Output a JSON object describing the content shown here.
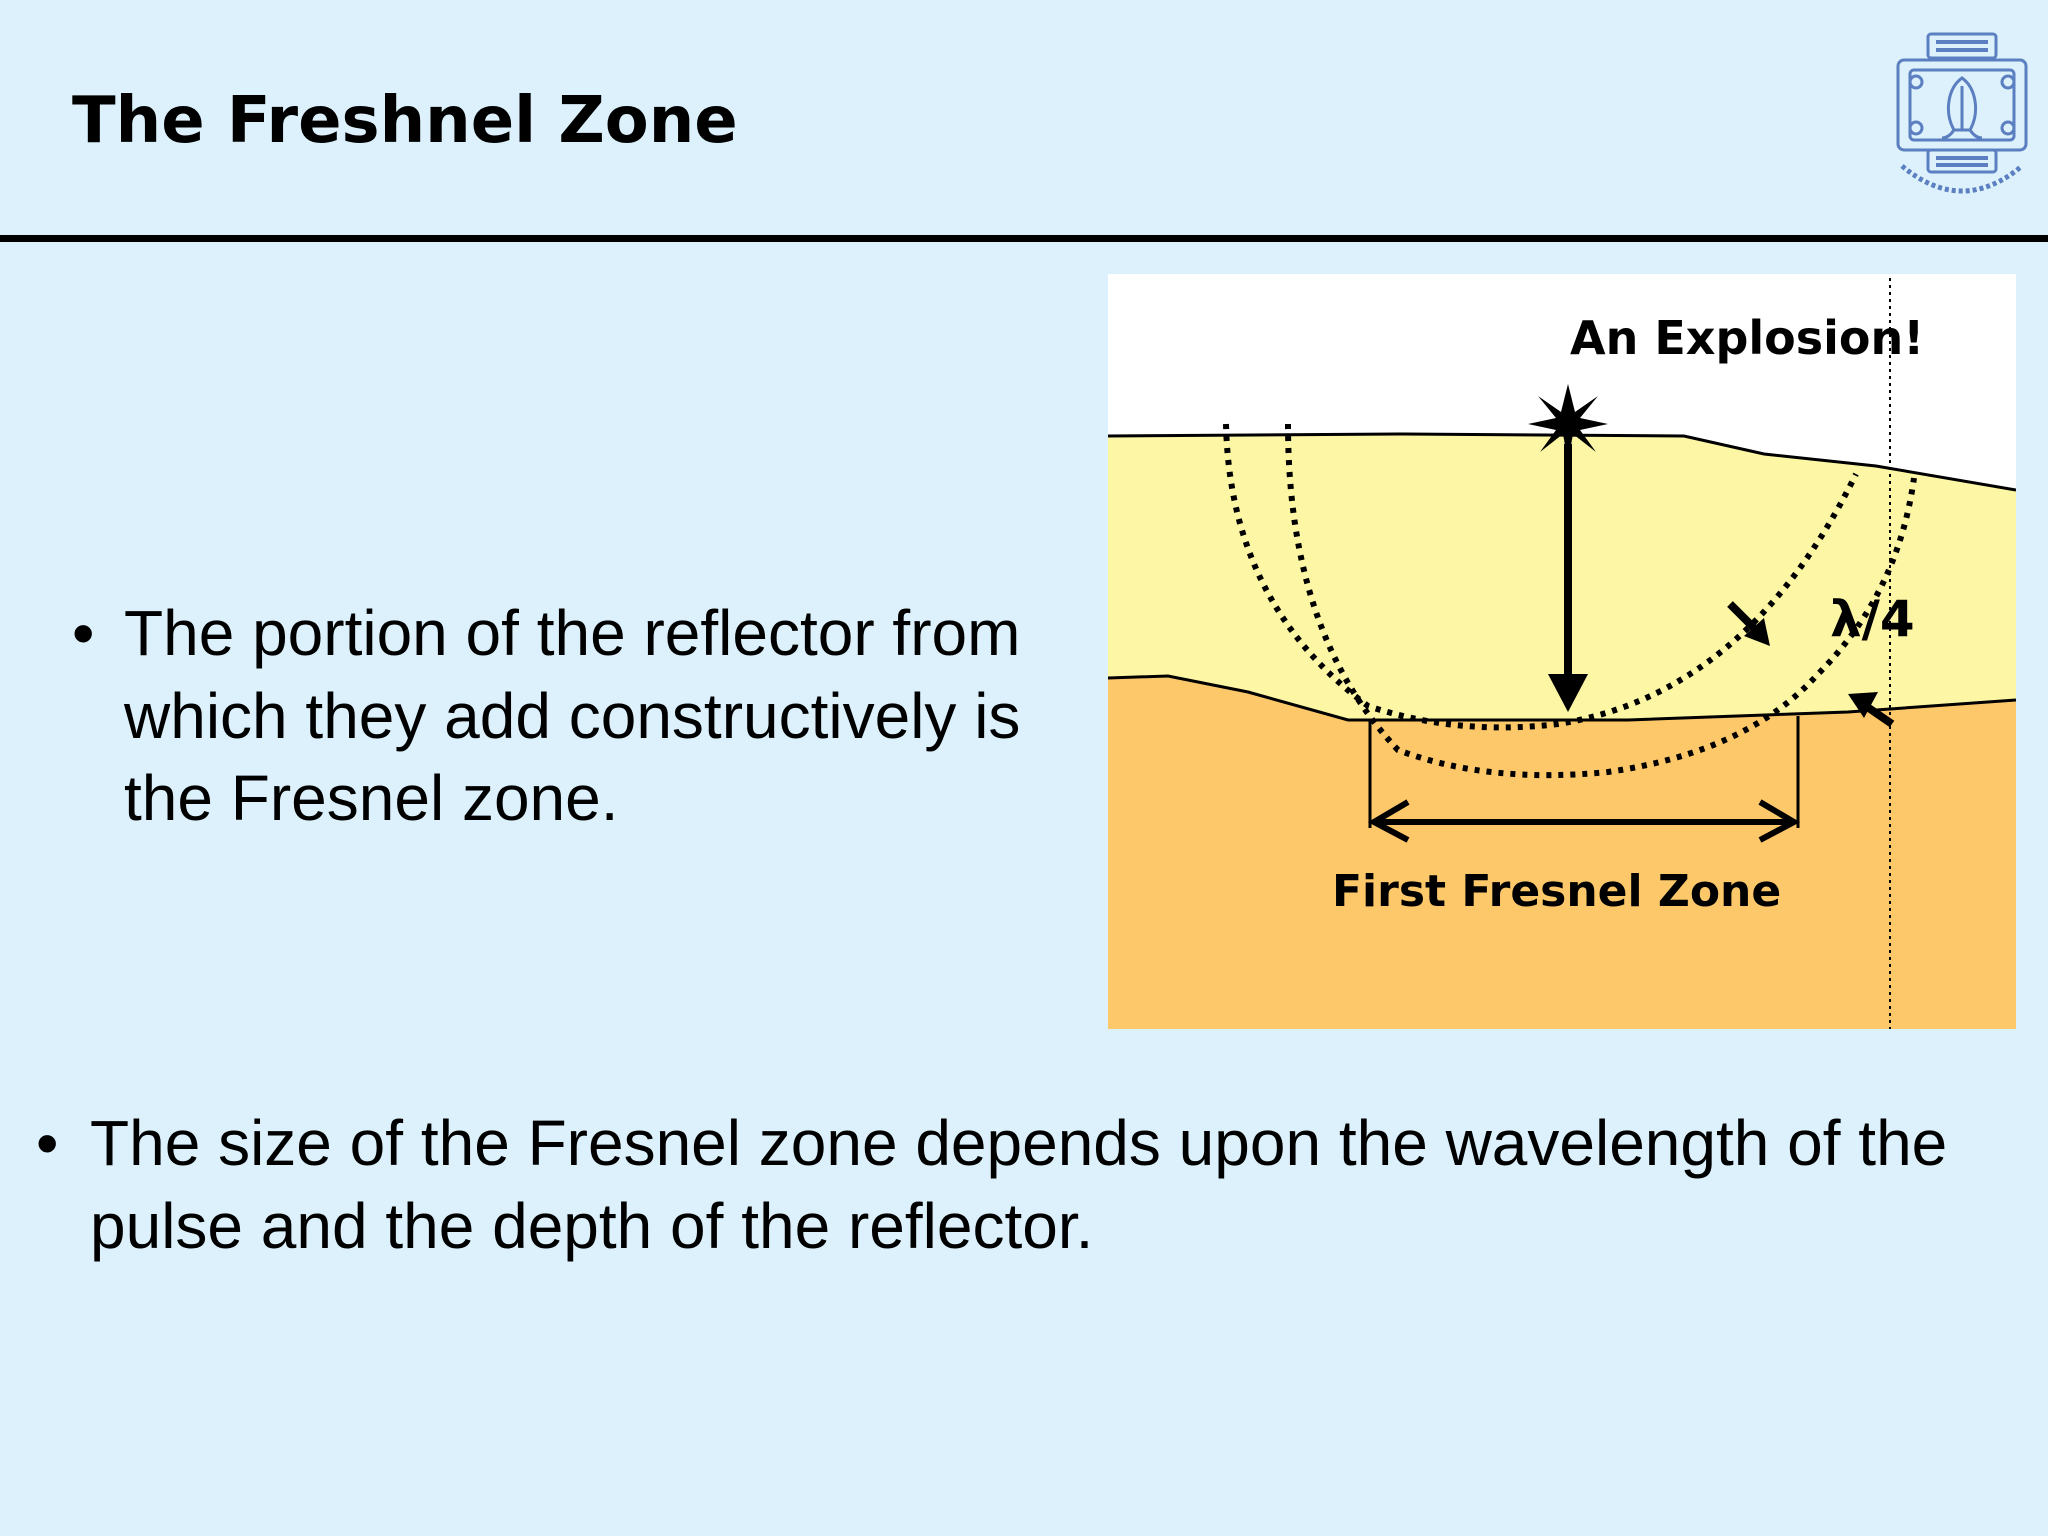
{
  "slide": {
    "title": "The Freshnel Zone",
    "bullets": [
      "The portion of the reflector from which they add constructively is the Fresnel zone.",
      "The size of the Fresnel zone depends upon the wavelength of the pulse and the depth of the reflector."
    ],
    "bullet_symbol": "•"
  },
  "figure": {
    "label_explosion": "An Explosion!",
    "label_lambda": "λ/4",
    "label_zone": "First Fresnel Zone",
    "colors": {
      "sky": "#ffffff",
      "layer1": "#fdf6a4",
      "layer2": "#fdc86a",
      "ink": "#000000"
    }
  },
  "logo": {
    "icon": "university-seal-icon",
    "color": "#5b7fc0"
  }
}
